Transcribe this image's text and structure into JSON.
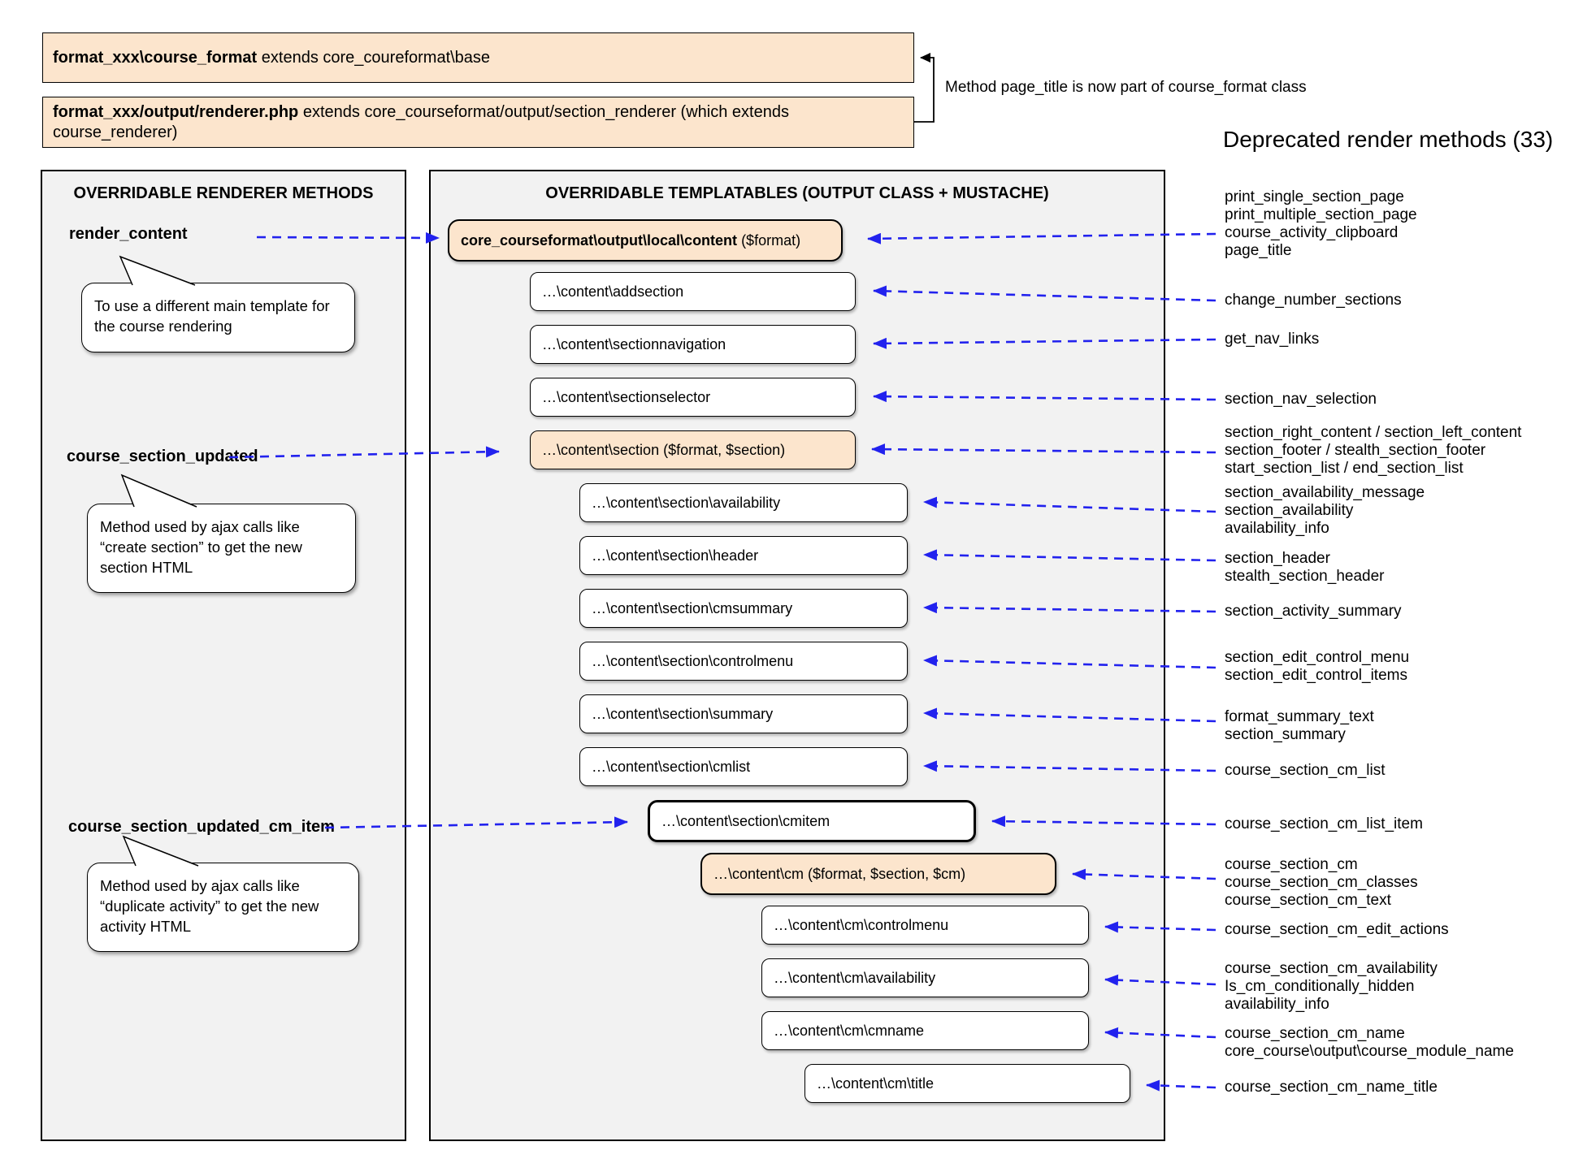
{
  "colors": {
    "accent_blue": "#2222ee",
    "shape_orange": "#fce5cd",
    "panel_gray": "#f2f2f2"
  },
  "header": {
    "box1_bold": "format_xxx\\course_format",
    "box1_rest": " extends core_coureformat\\base",
    "box2_bold": "format_xxx/output/renderer.php",
    "box2_rest": " extends core_courseformat/output/section_renderer (which extends course_renderer)",
    "note": "Method page_title is now part of course_format class"
  },
  "renderer_panel": {
    "title": "OVERRIDABLE RENDERER METHODS",
    "methods": [
      "render_content",
      "course_section_updated",
      "course_section_updated_cm_item"
    ],
    "callouts": [
      {
        "lines": [
          "To use a different main template for",
          "the course rendering"
        ]
      },
      {
        "lines": [
          "Method used by ajax calls like",
          "“create section” to get the new",
          "section HTML"
        ]
      },
      {
        "lines": [
          "Method used by ajax calls like",
          "“duplicate activity” to get the new",
          "activity HTML"
        ]
      }
    ]
  },
  "templatables_panel": {
    "title": "OVERRIDABLE TEMPLATABLES (OUTPUT CLASS + MUSTACHE)",
    "boxes": [
      {
        "bold": "core_courseformat\\output\\local\\content",
        "rest": " ($format)"
      },
      {
        "text": "…\\content\\addsection"
      },
      {
        "text": "…\\content\\sectionnavigation"
      },
      {
        "text": "…\\content\\sectionselector"
      },
      {
        "text": "…\\content\\section ($format, $section)"
      },
      {
        "text": "…\\content\\section\\availability"
      },
      {
        "text": "…\\content\\section\\header"
      },
      {
        "text": "…\\content\\section\\cmsummary"
      },
      {
        "text": "…\\content\\section\\controlmenu"
      },
      {
        "text": "…\\content\\section\\summary"
      },
      {
        "text": "…\\content\\section\\cmlist"
      },
      {
        "text": "…\\content\\section\\cmitem"
      },
      {
        "text": "…\\content\\cm ($format, $section, $cm)"
      },
      {
        "text": "…\\content\\cm\\controlmenu"
      },
      {
        "text": "…\\content\\cm\\availability"
      },
      {
        "text": "…\\content\\cm\\cmname"
      },
      {
        "text": "…\\content\\cm\\title"
      }
    ]
  },
  "deprecated": {
    "title": "Deprecated render methods (33)",
    "groups": [
      [
        "print_single_section_page",
        "print_multiple_section_page",
        "course_activity_clipboard",
        "page_title"
      ],
      [
        "change_number_sections"
      ],
      [
        "get_nav_links"
      ],
      [
        "section_nav_selection"
      ],
      [
        "section_right_content / section_left_content",
        "section_footer / stealth_section_footer",
        "start_section_list / end_section_list"
      ],
      [
        "section_availability_message",
        "section_availability",
        "availability_info"
      ],
      [
        "section_header",
        "stealth_section_header"
      ],
      [
        "section_activity_summary"
      ],
      [
        "section_edit_control_menu",
        "section_edit_control_items"
      ],
      [
        "format_summary_text",
        "section_summary"
      ],
      [
        "course_section_cm_list"
      ],
      [
        "course_section_cm_list_item"
      ],
      [
        "course_section_cm",
        "course_section_cm_classes",
        "course_section_cm_text"
      ],
      [
        "course_section_cm_edit_actions"
      ],
      [
        "course_section_cm_availability",
        "Is_cm_conditionally_hidden",
        "availability_info"
      ],
      [
        "course_section_cm_name",
        "core_course\\output\\course_module_name"
      ],
      [
        "course_section_cm_name_title"
      ]
    ]
  }
}
